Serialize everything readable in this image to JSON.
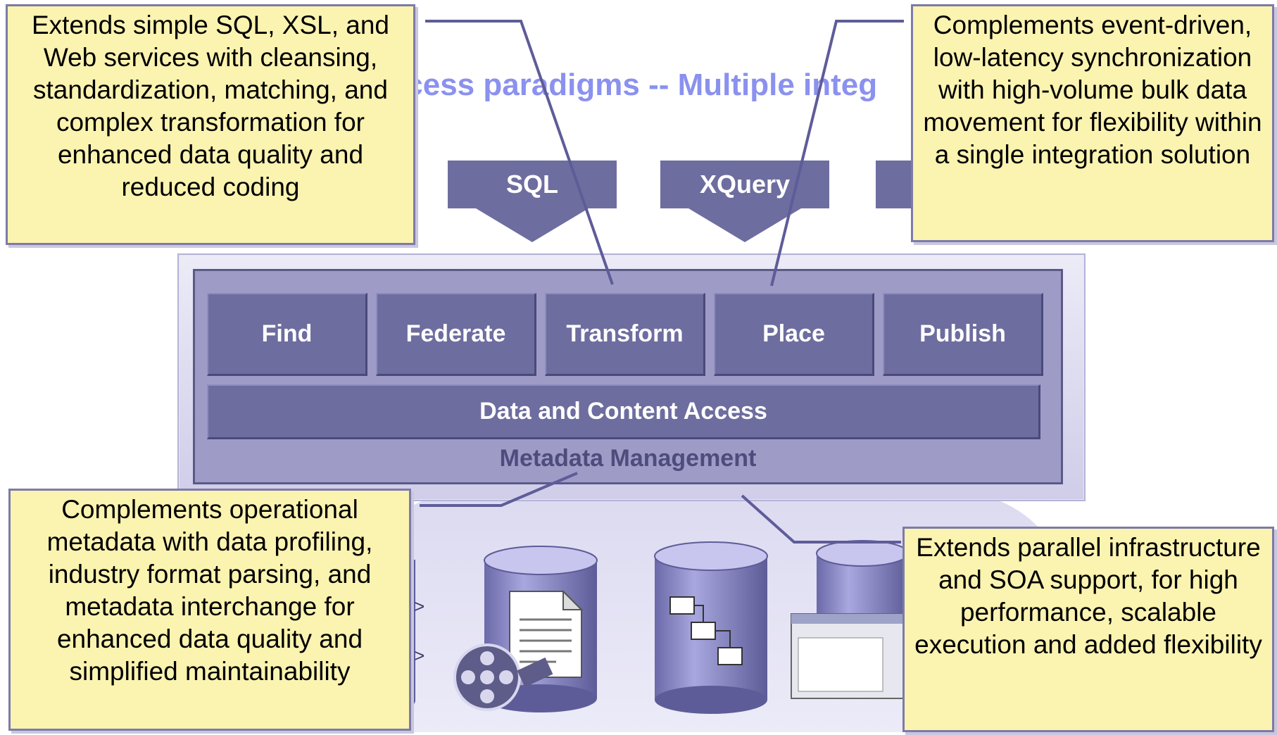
{
  "headline": "Access paradigms  --  Multiple integ",
  "arrows": [
    {
      "label": "SQL"
    },
    {
      "label": "XQuery"
    },
    {
      "label": ""
    }
  ],
  "capabilities": [
    "Find",
    "Federate",
    "Transform",
    "Place",
    "Publish"
  ],
  "access_bar": "Data and Content Access",
  "metadata_label": "Metadata Management",
  "callouts": {
    "top_left": "Extends simple SQL, XSL, and Web services with cleansing, standardization, matching, and complex transformation for enhanced data quality and reduced coding",
    "top_right": "Complements event-driven, low-latency synchronization with high-volume bulk data movement for flexibility within a single integration solution",
    "bottom_left": "Complements operational metadata with data profiling, industry format parsing, and metadata interchange for enhanced data quality and simplified maintainability",
    "bottom_right": "Extends parallel infrastructure and SOA support, for high performance, scalable execution and added flexibility"
  },
  "colors": {
    "tile": "#6e6d9f",
    "headline": "#8a91ee",
    "callout_fill": "#fbf3b0",
    "cylinder": "#8e8cc8"
  },
  "icons": [
    "database-cylinder-icon",
    "document-icon",
    "film-reel-icon",
    "flowchart-icon",
    "application-window-icon"
  ]
}
